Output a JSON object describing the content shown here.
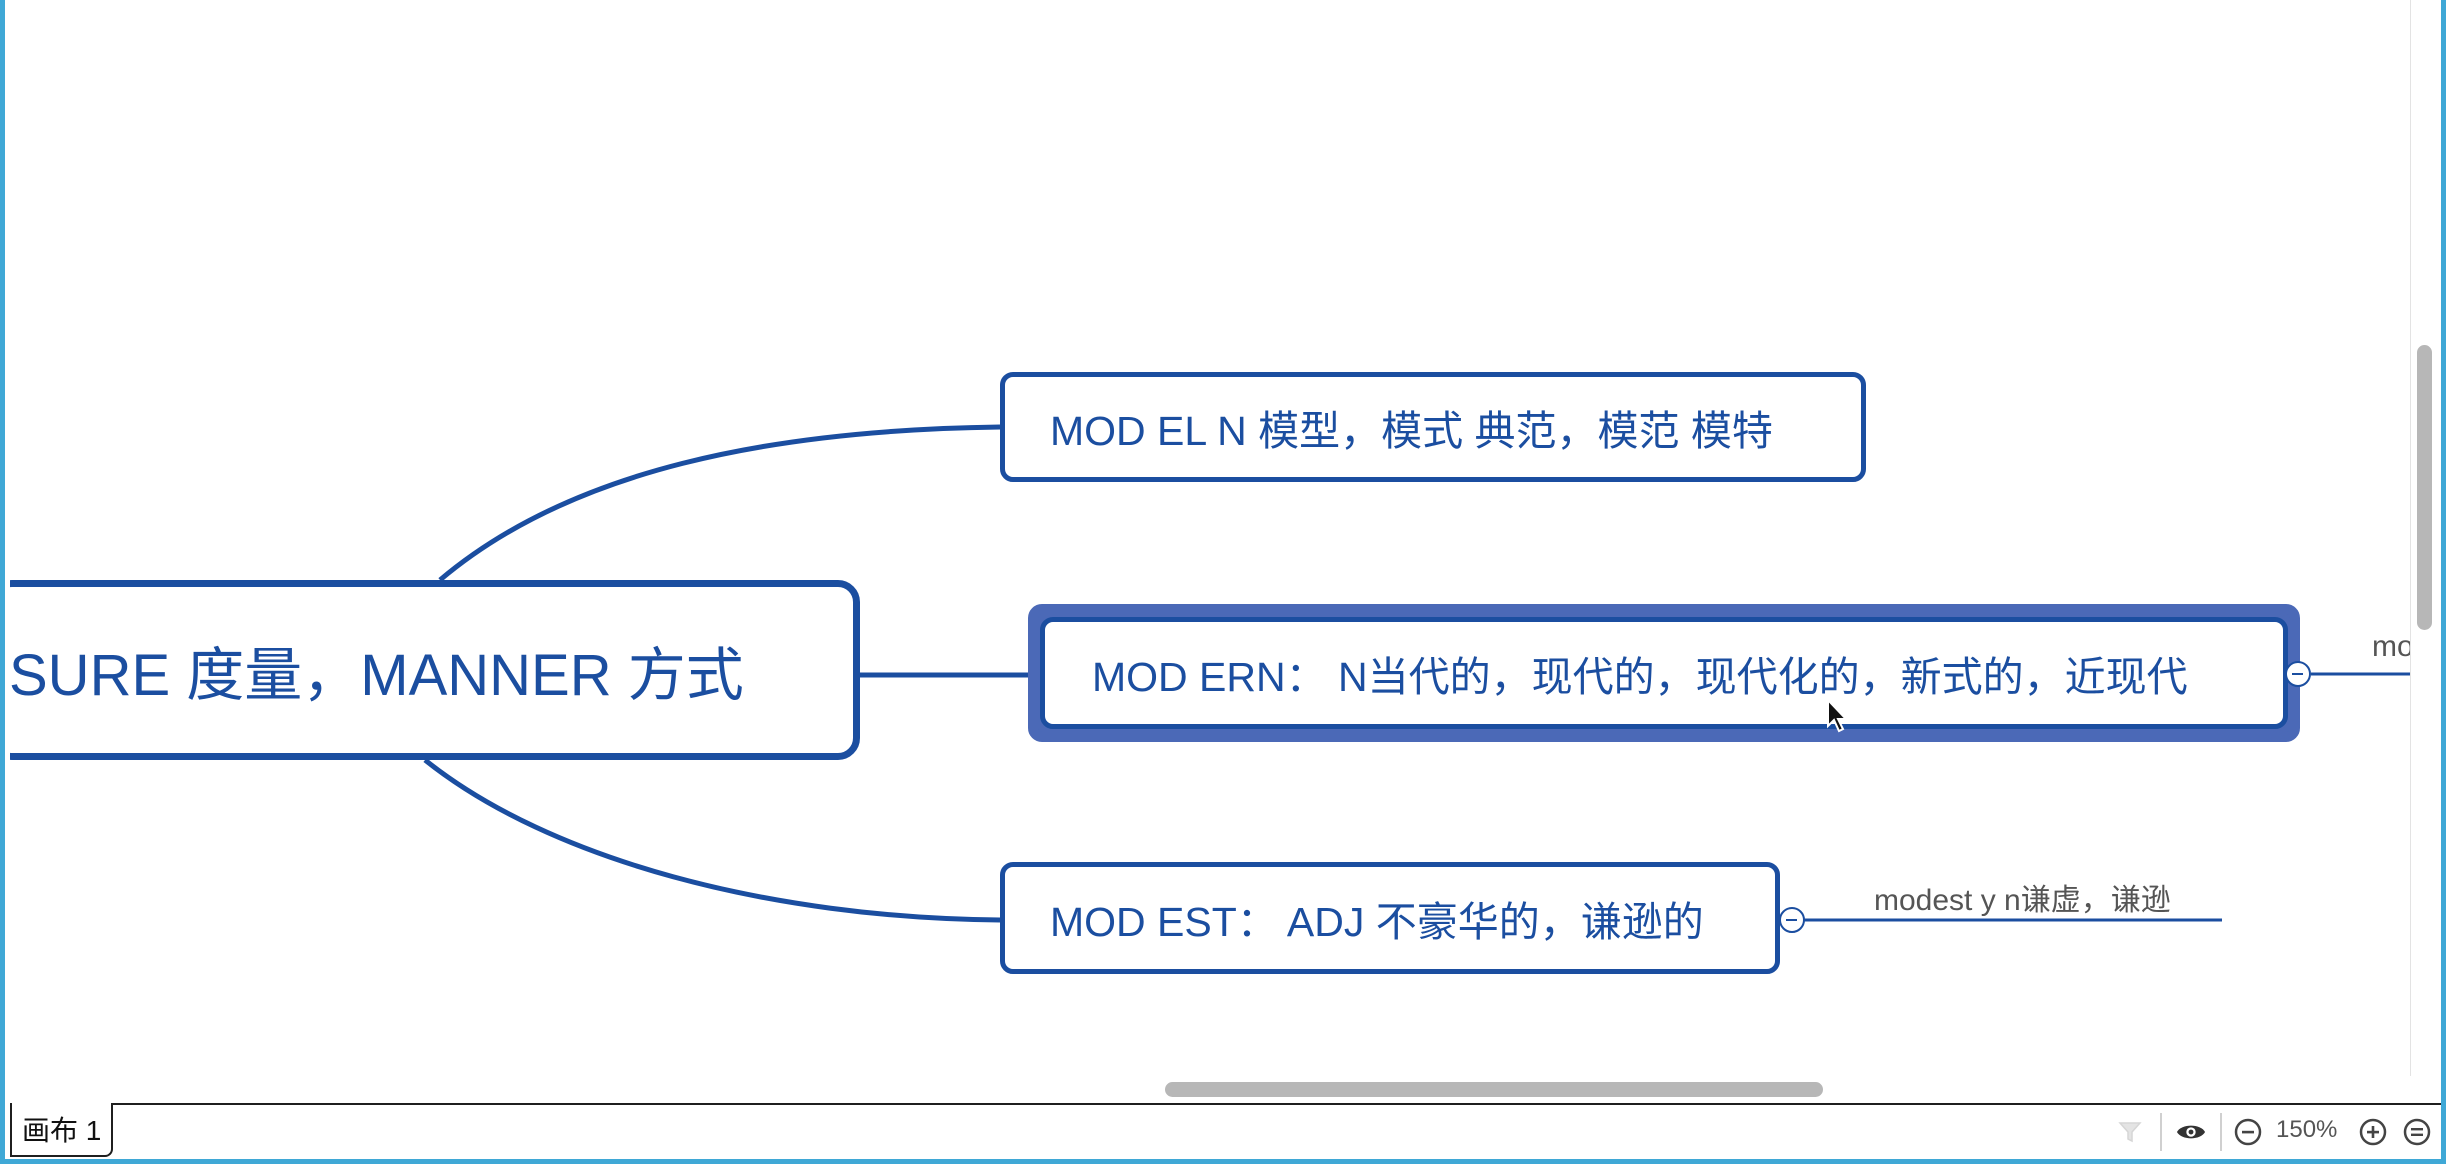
{
  "mindmap": {
    "central_topic": "SURE 度量，MANNER 方式",
    "topics": [
      {
        "label": "MOD EL  N 模型，模式 典范，模范 模特"
      },
      {
        "label": "MOD ERN：  N当代的，现代的，现代化的，新式的，近现代",
        "subtopic": "mo"
      },
      {
        "label": "MOD EST：  ADJ 不豪华的，谦逊的",
        "subtopic": "modest y n谦虚，谦逊"
      }
    ]
  },
  "statusbar": {
    "sheet_tab": "画布 1",
    "zoom": "150%",
    "icons": [
      "filter-icon",
      "eye-icon",
      "zoom-out-icon",
      "zoom-in-icon",
      "fit-icon"
    ]
  },
  "colors": {
    "topic_border": "#1b4ea0",
    "selection": "#4b69b7",
    "window_frame": "#3fa8d6"
  }
}
